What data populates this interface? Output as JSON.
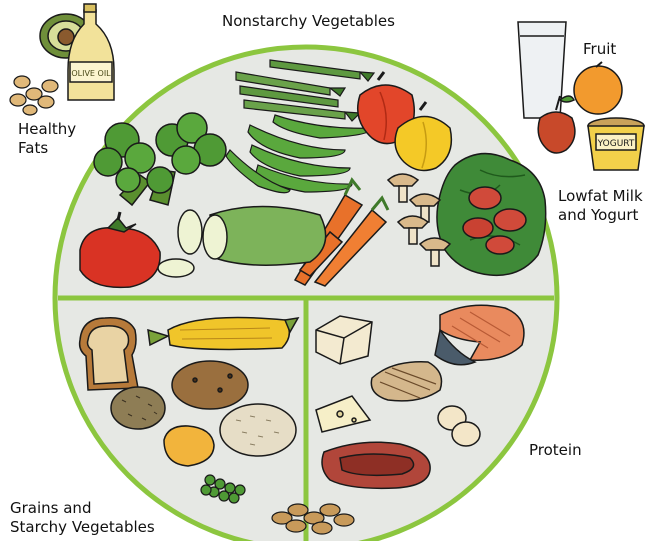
{
  "diagram": {
    "labels": {
      "nonstarchy": "Nonstarchy Vegetables",
      "healthy_fats": [
        "Healthy",
        "Fats"
      ],
      "fruit": "Fruit",
      "lowfat_milk": [
        "Lowfat Milk",
        "and Yogurt"
      ],
      "protein": "Protein",
      "grains": [
        "Grains and",
        "Starchy Vegetables"
      ]
    },
    "illustration_text": {
      "olive_oil": "OLIVE OIL",
      "yogurt": "YOGURT"
    },
    "colors": {
      "plate_fill": "#e6e8e4",
      "plate_rim": "#8cc63f",
      "outline": "#1a1a1a"
    }
  }
}
